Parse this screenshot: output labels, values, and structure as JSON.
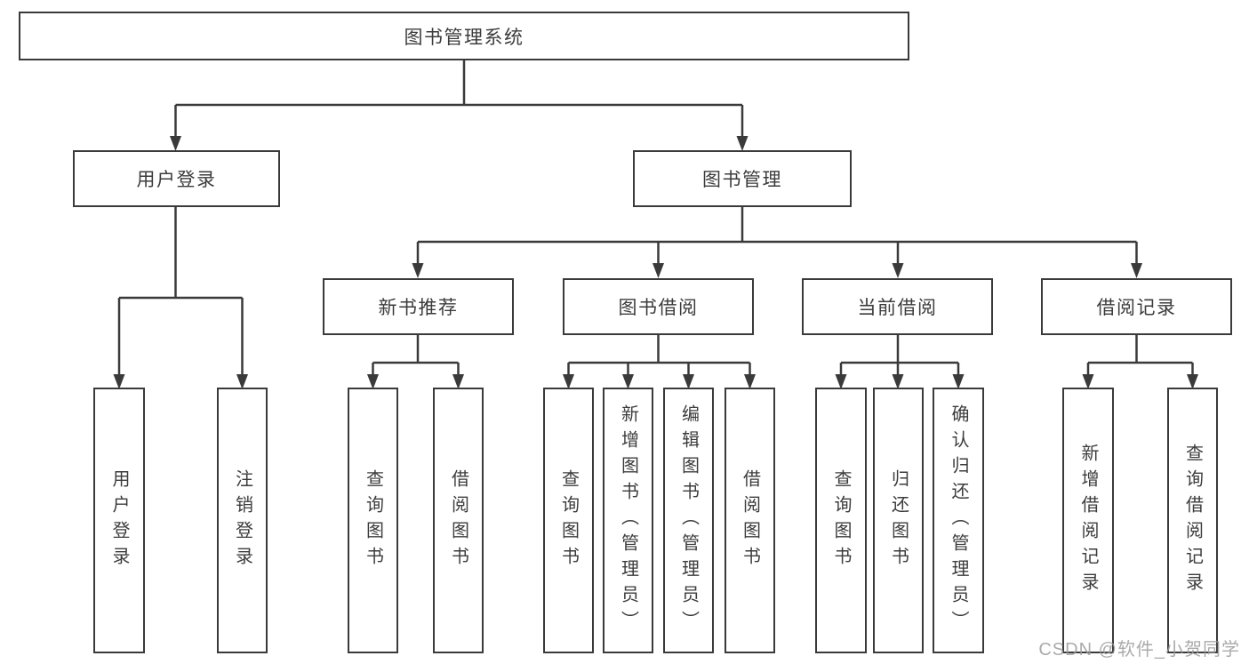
{
  "diagram": {
    "root": {
      "label": "图书管理系统"
    },
    "user_branch": {
      "label": "用户登录",
      "children": [
        {
          "label": "用户登录"
        },
        {
          "label": "注销登录"
        }
      ]
    },
    "mgmt_branch": {
      "label": "图书管理",
      "sections": [
        {
          "label": "新书推荐",
          "children": [
            {
              "label": "查询图书"
            },
            {
              "label": "借阅图书"
            }
          ]
        },
        {
          "label": "图书借阅",
          "children": [
            {
              "label": "查询图书"
            },
            {
              "label": "新增图书（管理员）"
            },
            {
              "label": "编辑图书（管理员）"
            },
            {
              "label": "借阅图书"
            }
          ]
        },
        {
          "label": "当前借阅",
          "children": [
            {
              "label": "查询图书"
            },
            {
              "label": "归还图书"
            },
            {
              "label": "确认归还（管理员）"
            }
          ]
        },
        {
          "label": "借阅记录",
          "children": [
            {
              "label": "新增借阅记录"
            },
            {
              "label": "查询借阅记录"
            }
          ]
        }
      ]
    }
  },
  "watermark": {
    "text": "CSDN @软件_小贺同学"
  },
  "colors": {
    "line": "#3a3a3a",
    "box_border": "#3a3a3a",
    "text": "#3c3c3c",
    "watermark": "#9b9b9b",
    "background": "#ffffff"
  }
}
